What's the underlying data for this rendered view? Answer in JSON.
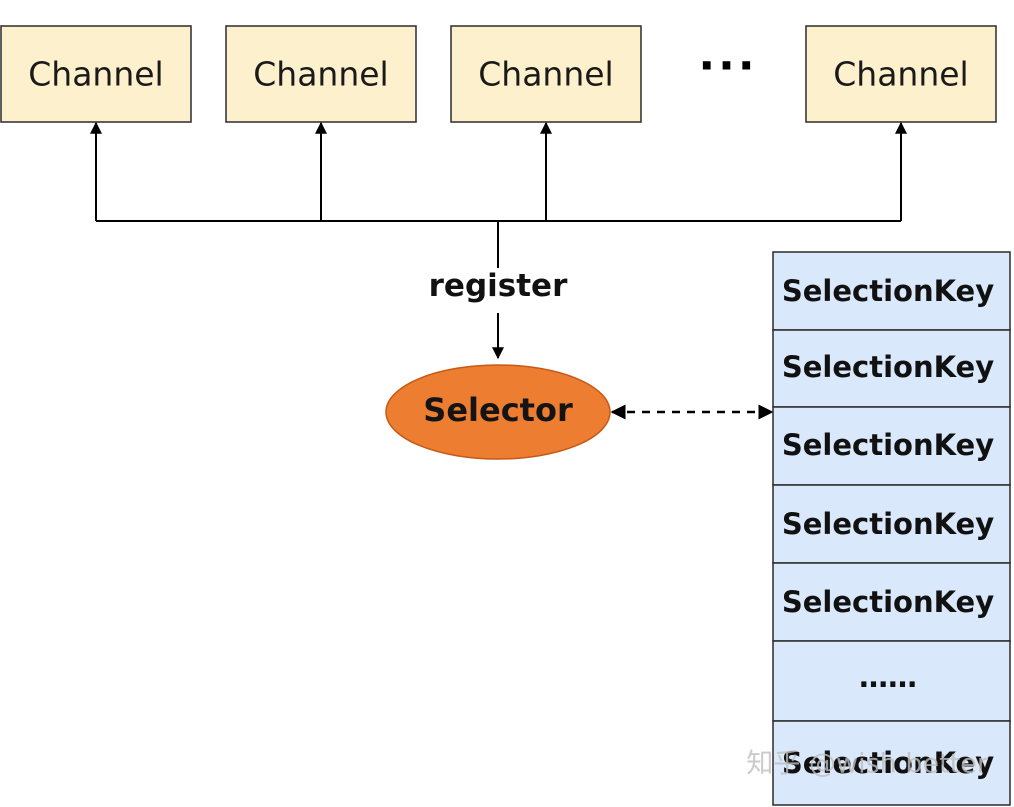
{
  "channels": [
    {
      "label": "Channel"
    },
    {
      "label": "Channel"
    },
    {
      "label": "Channel"
    },
    {
      "label": "Channel"
    }
  ],
  "channels_ellipsis": "···",
  "register_label": "register",
  "selector_label": "Selector",
  "selection_keys": [
    {
      "label": "SelectionKey"
    },
    {
      "label": "SelectionKey"
    },
    {
      "label": "SelectionKey"
    },
    {
      "label": "SelectionKey"
    },
    {
      "label": "SelectionKey"
    },
    {
      "label": "……"
    },
    {
      "label": "SelectionKey"
    }
  ],
  "watermark": "知乎 @wish better",
  "colors": {
    "channel_fill": "#fdf0cc",
    "selector_fill": "#ed7d31",
    "key_fill": "#dae8fb",
    "line": "#000000"
  }
}
